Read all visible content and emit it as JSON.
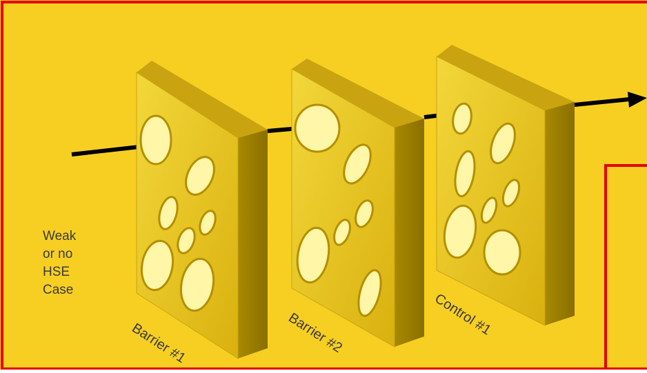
{
  "colors": {
    "background": "#f7cf22",
    "border": "#e60000",
    "block_face": "#e9c21a",
    "block_side": "#9a7d00",
    "block_top": "#c9a410",
    "hole_fill": "#fff6a8",
    "hole_ring": "#b38f00",
    "arrow": "#000000"
  },
  "side_text": [
    "Weak",
    "or no",
    "HSE",
    "Case"
  ],
  "barriers": [
    {
      "label": "Barrier #1"
    },
    {
      "label": "Barrier #2"
    },
    {
      "label": "Control #1"
    }
  ],
  "icons": [
    "arrow-right-icon"
  ]
}
